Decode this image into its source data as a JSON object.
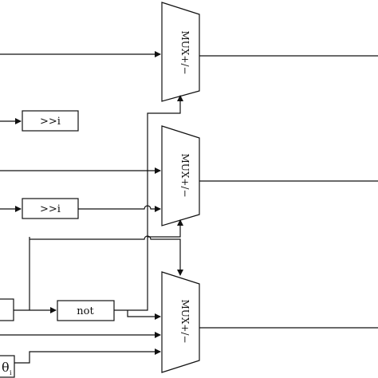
{
  "diagram": {
    "mux_label": "MUX+/−",
    "shift_label": ">>i",
    "not_label": "not",
    "partial_symbol": "θ",
    "partial_subscript": "i",
    "colors": {
      "line": "#111111",
      "background": "#ffffff"
    }
  }
}
